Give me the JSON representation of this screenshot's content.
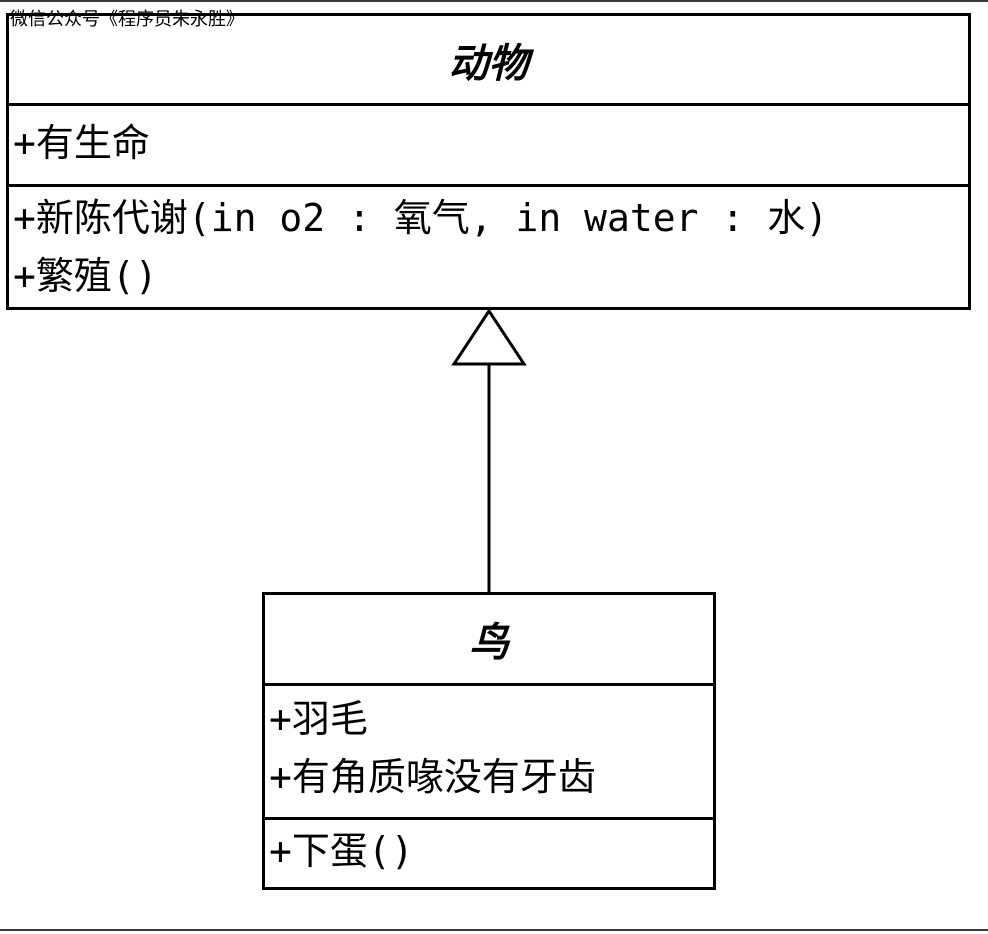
{
  "watermark": "微信公众号《程序员朱永胜》",
  "classes": {
    "animal": {
      "name": "动物",
      "attributes": [
        "+有生命"
      ],
      "operations": [
        "+新陈代谢(in o2 : 氧气, in water : 水)",
        "+繁殖()"
      ]
    },
    "bird": {
      "name": "鸟",
      "attributes": [
        "+羽毛",
        "+有角质喙没有牙齿"
      ],
      "operations": [
        "+下蛋()"
      ]
    }
  },
  "relationships": [
    {
      "type": "generalization",
      "from": "鸟",
      "to": "动物"
    }
  ]
}
